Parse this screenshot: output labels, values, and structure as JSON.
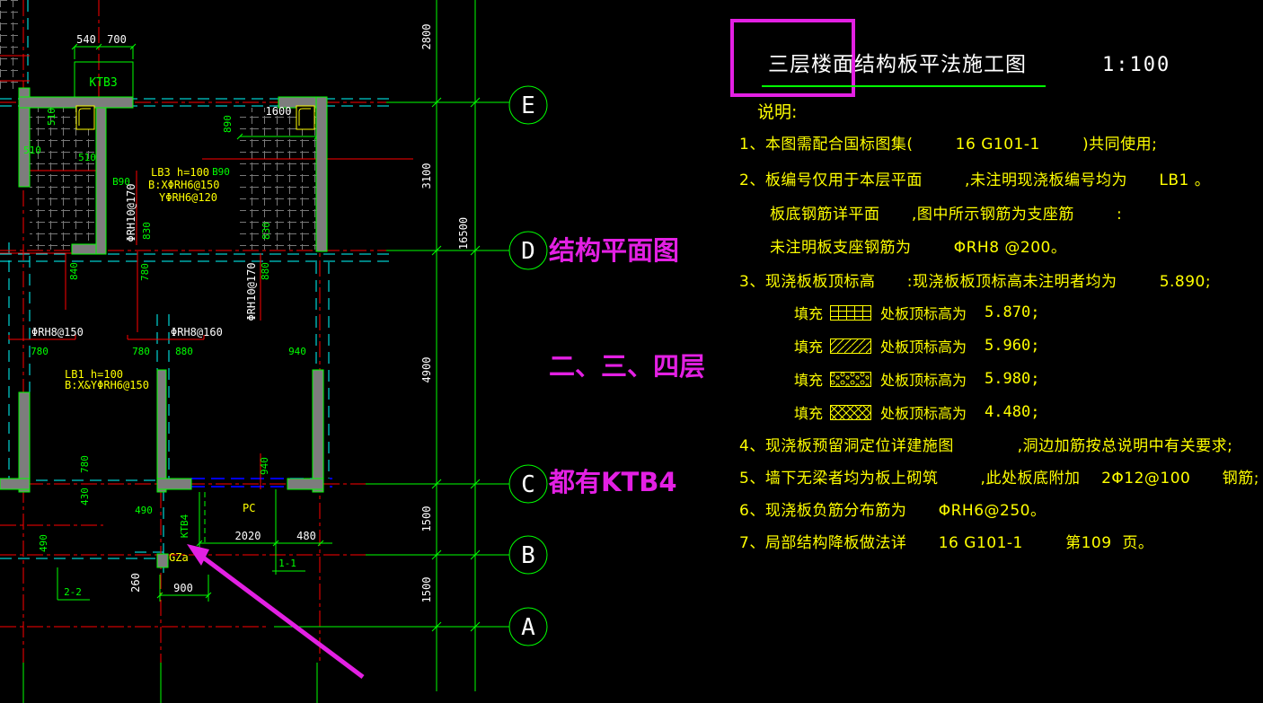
{
  "colors": {
    "background": "#000000",
    "yellow": "#ffff00",
    "green": "#00ff00",
    "red": "#ff0000",
    "cyan": "#00ffff",
    "blue": "#0000ee",
    "white": "#ffffff",
    "wall_grey": "#7d7d7d",
    "magenta": "#e320e3"
  },
  "title": {
    "text": "三层楼面结构板平法施工图",
    "scale": "1:100"
  },
  "annotation": {
    "lines": [
      "结构平面图",
      "二、三、四层",
      "都有KTB4"
    ]
  },
  "notes": {
    "heading": "说明:",
    "items": [
      {
        "text": "1、本图需配合国标图集(        16 G101-1        )共同使用;",
        "indent": false
      },
      {
        "text": "2、板编号仅用于本层平面        ,未注明现浇板编号均为      LB1 。",
        "indent": false
      },
      {
        "text": "板底钢筋详平面      ,图中所示钢筋为支座筋        :",
        "indent": true
      },
      {
        "text": "未注明板支座钢筋为        ΦRH8 @200。",
        "indent": true
      },
      {
        "text": "3、现浇板板顶标高      :现浇板板顶标高未注明者均为        5.890;",
        "indent": false
      },
      {
        "text": "4、现浇板预留洞定位详建施图            ,洞边加筋按总说明中有关要求;",
        "indent": false
      },
      {
        "text": "5、墙下无梁者均为板上砌筑        ,此处板底附加    2Φ12@100      钢筋;",
        "indent": false
      },
      {
        "text": "6、现浇板负筋分布筋为      ΦRH6@250。",
        "indent": false
      },
      {
        "text": "7、局部结构降板做法详      16 G101-1        第109  页。",
        "indent": false
      }
    ],
    "fills": [
      {
        "label": "填充",
        "pattern": "ladder-hatch",
        "text": "处板顶标高为",
        "value": "5.870;"
      },
      {
        "label": "填充",
        "pattern": "diagonal-hatch",
        "text": "处板顶标高为",
        "value": "5.960;"
      },
      {
        "label": "填充",
        "pattern": "pebble-hatch",
        "text": "处板顶标高为",
        "value": "5.980;"
      },
      {
        "label": "填充",
        "pattern": "cross-hatch",
        "text": "处板顶标高为",
        "value": "4.480;"
      }
    ]
  },
  "plan": {
    "grid": {
      "e": "E",
      "d": "D",
      "c": "C",
      "b": "B",
      "a": "A"
    },
    "dims": {
      "d2800": "2800",
      "d3100": "3100",
      "d16500": "16500",
      "d4900": "4900",
      "d1500": "1500",
      "d540": "540",
      "d700": "700",
      "d1600": "1600",
      "d2020": "2020",
      "d480": "480",
      "d900": "900",
      "d260": "260",
      "d510": "510",
      "d890": "890",
      "d830": "830",
      "d840": "840",
      "d780": "780",
      "d880": "880",
      "d940": "940",
      "d430": "430",
      "d490": "490",
      "b90": "B90"
    },
    "labels": {
      "ktb3": "KTB3",
      "ktb4": "KTB4",
      "pc": "PC",
      "gza": "GZa",
      "s11": "1-1",
      "s22": "2-2",
      "lb3a": "LB3  h=100",
      "lb3b": "B:XΦRH6@150",
      "lb3c": "YΦRH6@120",
      "lb1a": "LB1   h=100",
      "lb1b": "B:X&YΦRH6@150",
      "rh8a": "ΦRH8@150",
      "rh8b": "ΦRH8@160",
      "rh10": "ΦRH10@170"
    }
  }
}
